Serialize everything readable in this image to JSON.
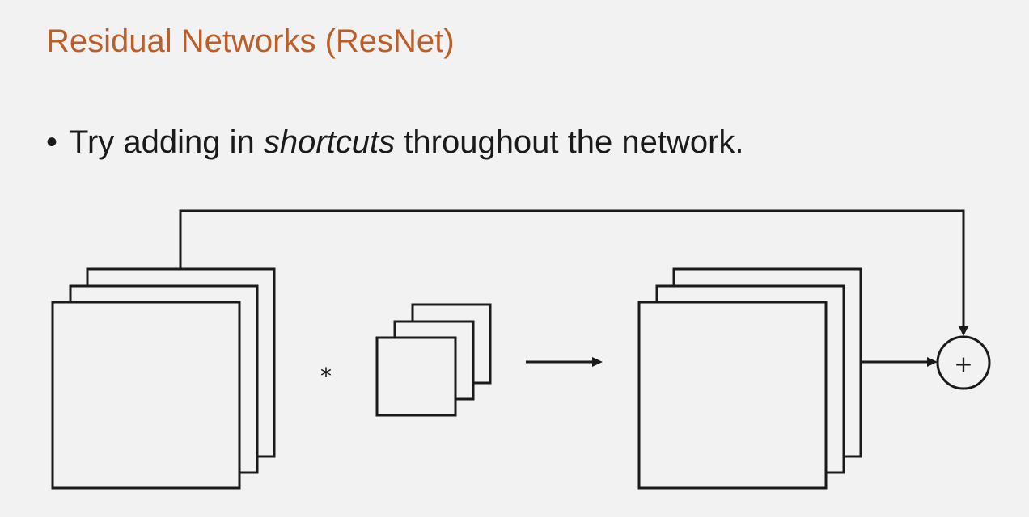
{
  "slide": {
    "title": "Residual Networks (ResNet)",
    "bullet": {
      "marker": "•",
      "text_before": "Try adding in ",
      "emphasis": "shortcuts",
      "text_after": " throughout the network."
    }
  },
  "diagram": {
    "operator_symbol": "*",
    "sum_symbol": "+"
  },
  "colors": {
    "title": "#bd5d27",
    "text": "#1a1a1a",
    "background": "#f2f2f2"
  }
}
